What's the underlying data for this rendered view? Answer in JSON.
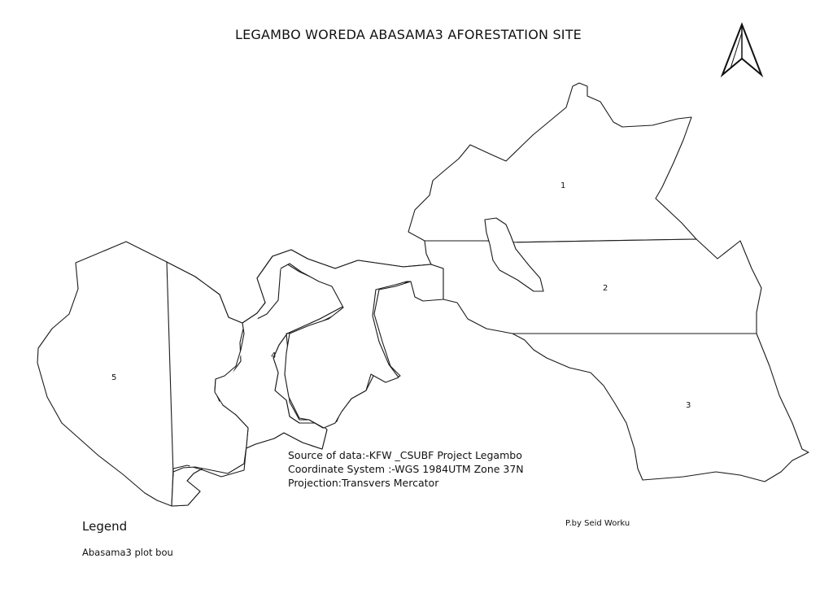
{
  "map": {
    "title": "LEGAMBO WOREDA ABASAMA3 AFORESTATION SITE",
    "north_arrow_icon": "north-arrow-icon",
    "plots": [
      {
        "id": "1",
        "label": "1"
      },
      {
        "id": "2",
        "label": "2"
      },
      {
        "id": "3",
        "label": "3"
      },
      {
        "id": "4",
        "label": "4"
      },
      {
        "id": "5",
        "label": "5"
      }
    ],
    "info": {
      "source": "Source of data:-KFW _CSUBF Project Legambo",
      "coordinate_system": "Coordinate System :-WGS 1984UTM Zone 37N",
      "projection": "Projection:Transvers Mercator"
    },
    "legend": {
      "title": "Legend",
      "item": "Abasama3 plot bou"
    },
    "credit": "P.by Seid Worku",
    "colors": {
      "outline": "#1a1a1a",
      "fill": "#ffffff"
    }
  }
}
